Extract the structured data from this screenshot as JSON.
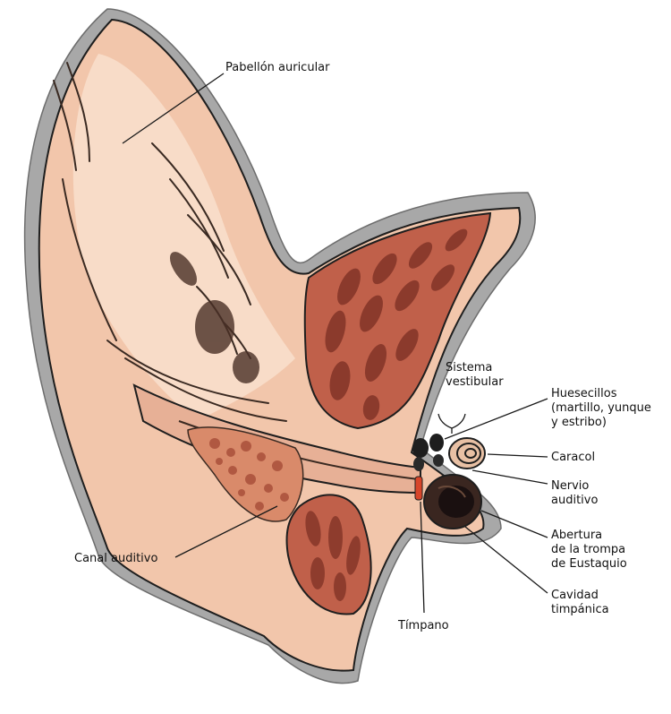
{
  "labels": {
    "pinna": "Pabellón auricular",
    "vestibular_1": "Sistema",
    "vestibular_2": "vestibular",
    "ossicles_1": "Huesecillos",
    "ossicles_2": "(martillo, yunque",
    "ossicles_3": "y estribo)",
    "cochlea": "Caracol",
    "nerve_1": "Nervio",
    "nerve_2": "auditivo",
    "eustachian_1": "Abertura",
    "eustachian_2": "de la trompa",
    "eustachian_3": "de Eustaquio",
    "tympanic_1": "Cavidad",
    "tympanic_2": "timpánica",
    "ear_canal": "Canal auditivo",
    "eardrum": "Tímpano"
  },
  "colors": {
    "skin": "#f2c6ab",
    "skin_light": "#f8dcc8",
    "muscle": "#c0604a",
    "muscle_dark": "#7a2e22",
    "fur": "#9a9a9a",
    "outline": "#1e1e1e",
    "canal_tissue": "#d98a6a"
  }
}
